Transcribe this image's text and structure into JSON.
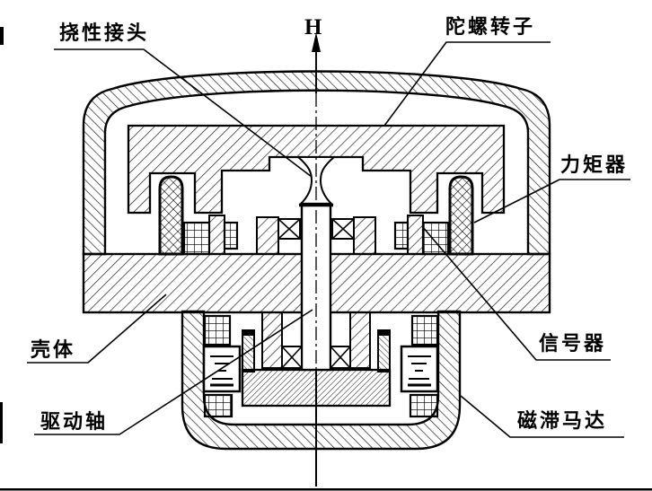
{
  "figure": {
    "kind": "engineering cross-section diagram",
    "axis_label": "H"
  },
  "labels": {
    "flexible_joint": "挠性接头",
    "gyro_rotor": "陀螺转子",
    "torquer": "力矩器",
    "housing": "壳体",
    "drive_shaft": "驱动轴",
    "signal_generator": "信号器",
    "hysteresis_motor": "磁滞马达"
  },
  "colors": {
    "ink": "#000000",
    "paper": "#ffffff"
  }
}
